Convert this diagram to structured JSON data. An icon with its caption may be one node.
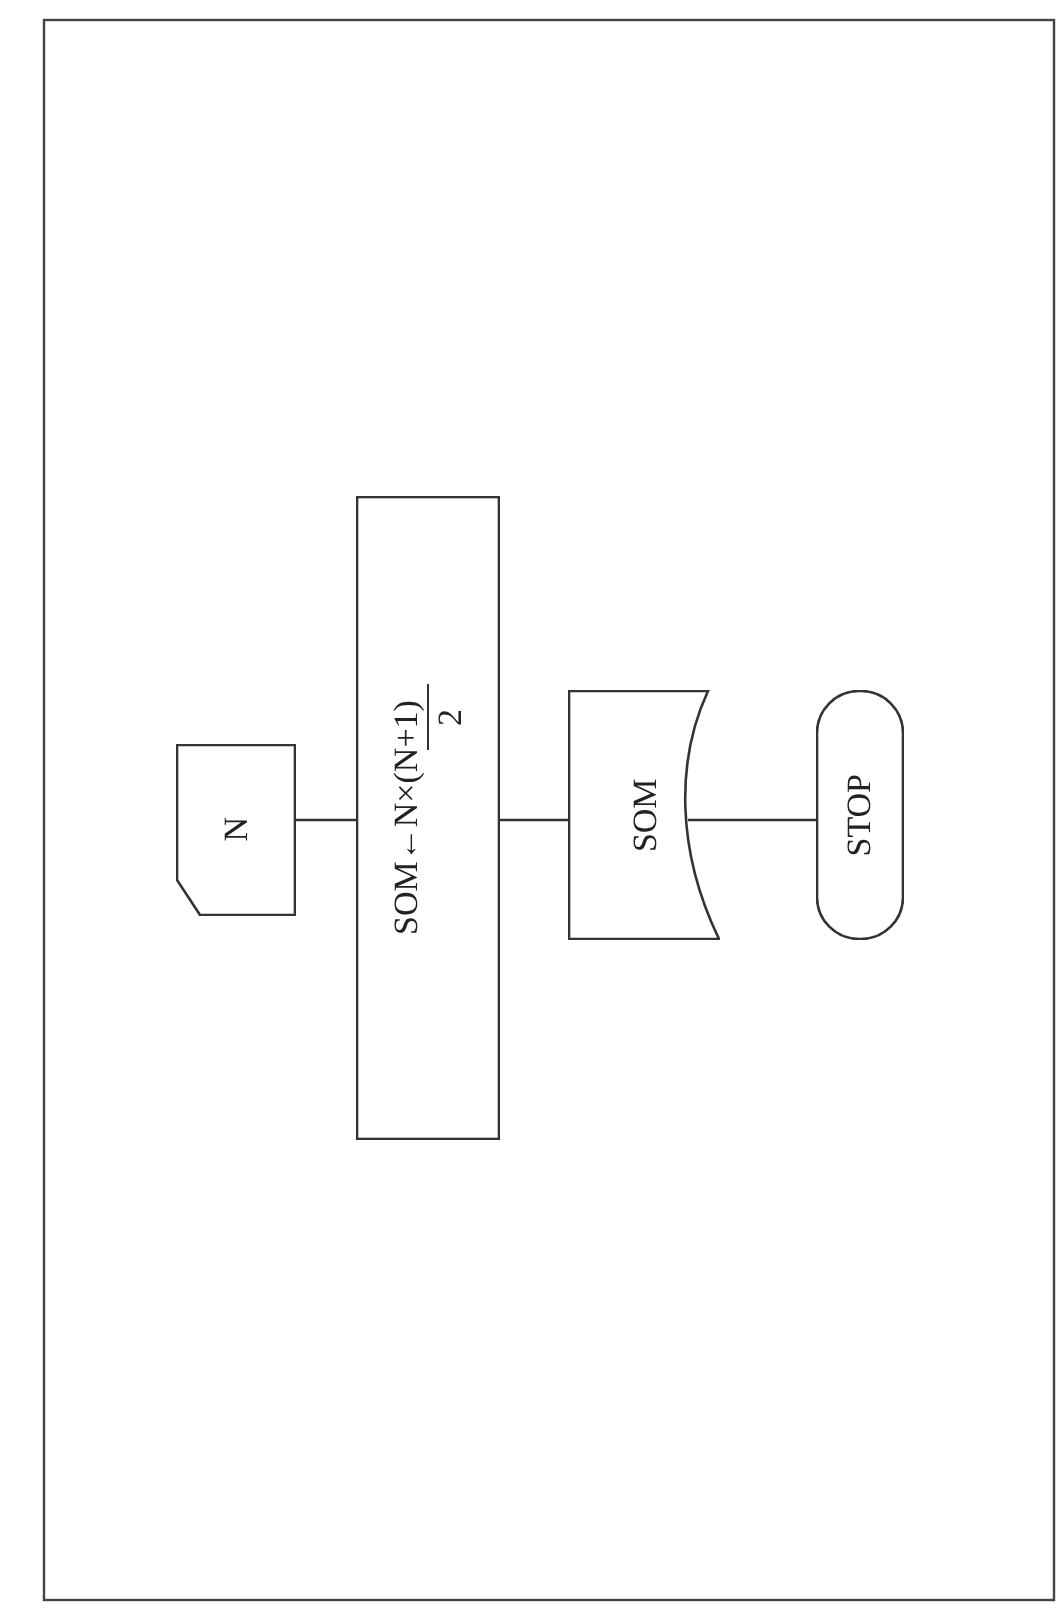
{
  "diagram": {
    "nodes": [
      {
        "text": [
          "N"
        ]
      },
      {
        "text": [
          "SOM←N×(N+1)",
          "2"
        ]
      },
      {
        "text": [
          "SOM"
        ]
      },
      {
        "text": [
          "STOP"
        ]
      }
    ],
    "edges": [
      {
        "from": 0,
        "to": 1,
        "arrow": "none"
      },
      {
        "from": 1,
        "to": 2,
        "arrow": "none"
      },
      {
        "from": 2,
        "to": 3,
        "arrow": "none"
      }
    ]
  }
}
